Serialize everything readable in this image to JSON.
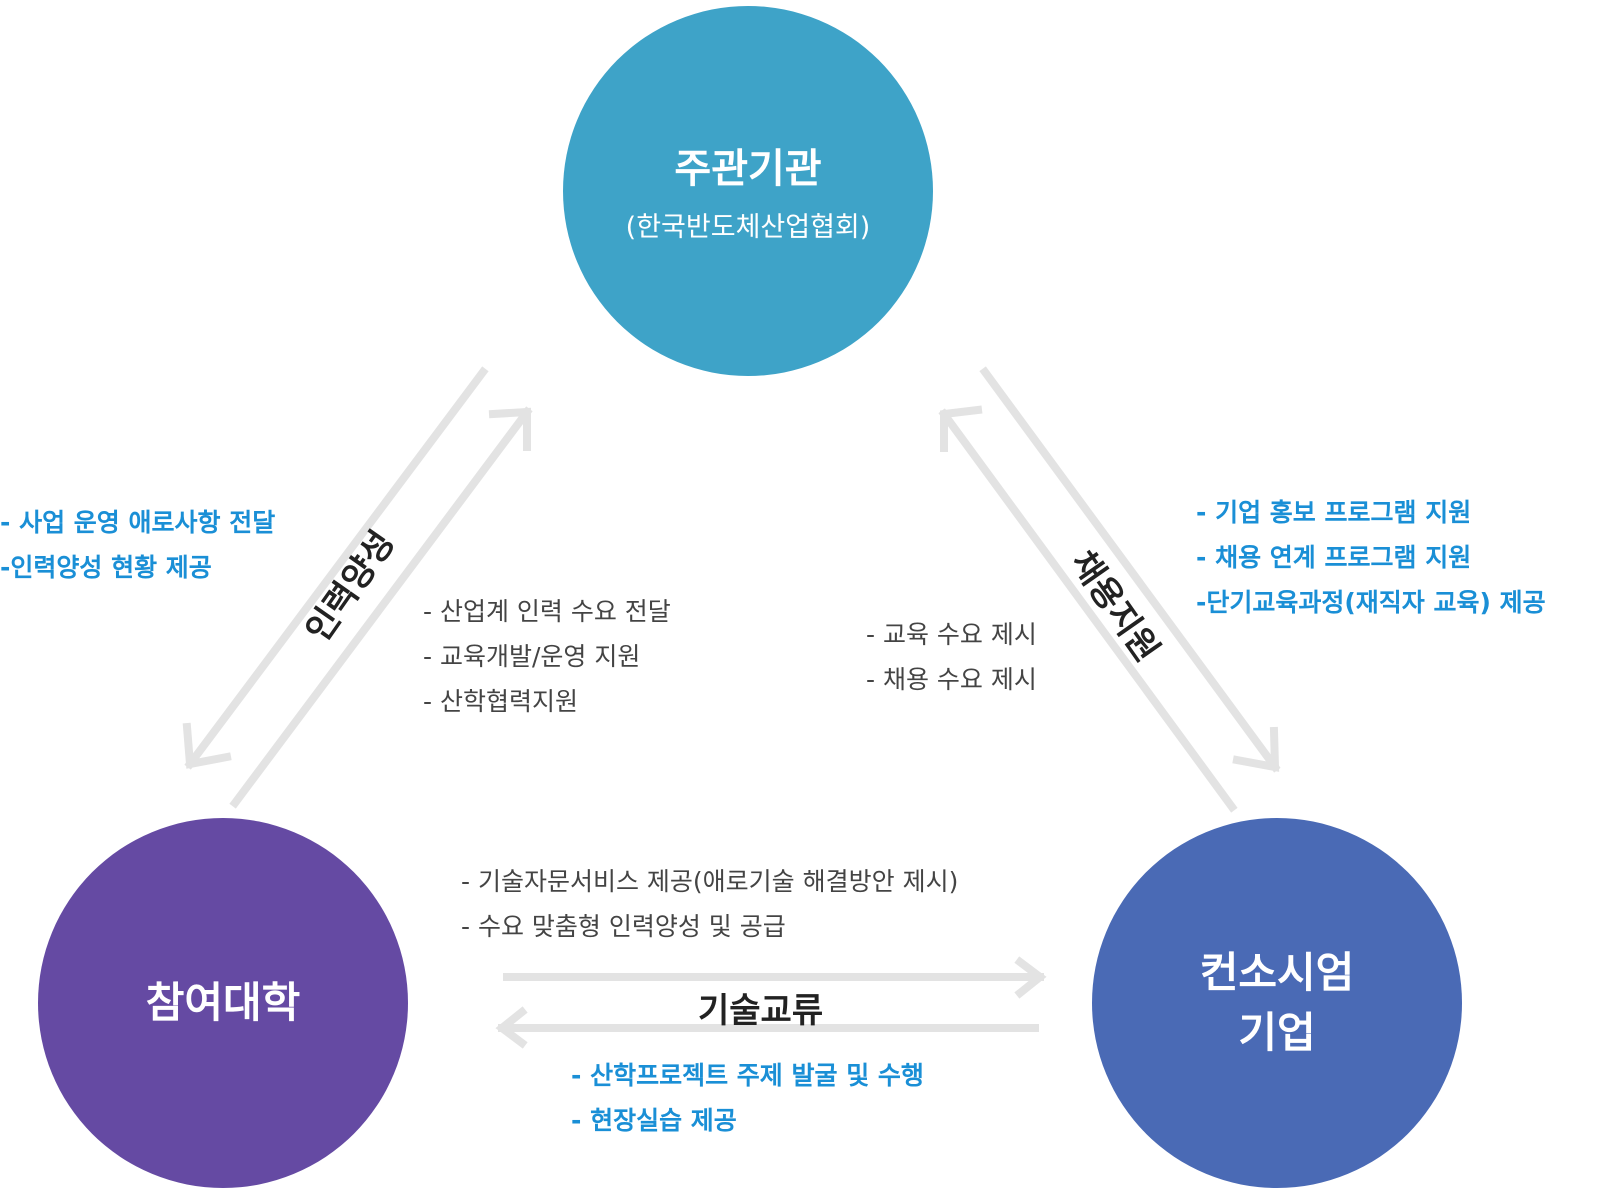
{
  "hub": {
    "title": "주관기관",
    "subtitle": "(한국반도체산업협회)"
  },
  "university": {
    "title": "참여대학"
  },
  "company": {
    "title_line1": "컨소시엄",
    "title_line2": "기업"
  },
  "edges": {
    "hub_university": {
      "label": "인력양성",
      "to_hub": [
        "- 사업 운영 애로사항 전달",
        "-인력양성 현황 제공"
      ],
      "to_university": [
        "- 산업계 인력 수요 전달",
        "- 교육개발/운영 지원",
        "- 산학협력지원"
      ]
    },
    "hub_company": {
      "label": "채용지원",
      "to_hub": [
        "- 교육 수요 제시",
        "- 채용 수요 제시"
      ],
      "to_company": [
        "- 기업 홍보 프로그램 지원",
        "- 채용 연계 프로그램 지원",
        "-단기교육과정(재직자 교육) 제공"
      ]
    },
    "university_company": {
      "label": "기술교류",
      "to_company": [
        "- 기술자문서비스 제공(애로기술 해결방안 제시)",
        "- 수요 맞춤형 인력양성 및 공급"
      ],
      "to_university": [
        "- 산학프로젝트 주제 발굴 및 수행",
        "- 현장실습 제공"
      ]
    }
  },
  "colors": {
    "hub": "#3ea3c8",
    "university": "#654aa3",
    "company": "#4a6ab5",
    "arrow": "#e3e3e3",
    "accent_text": "#1a8fd6",
    "body_text": "#444444"
  }
}
